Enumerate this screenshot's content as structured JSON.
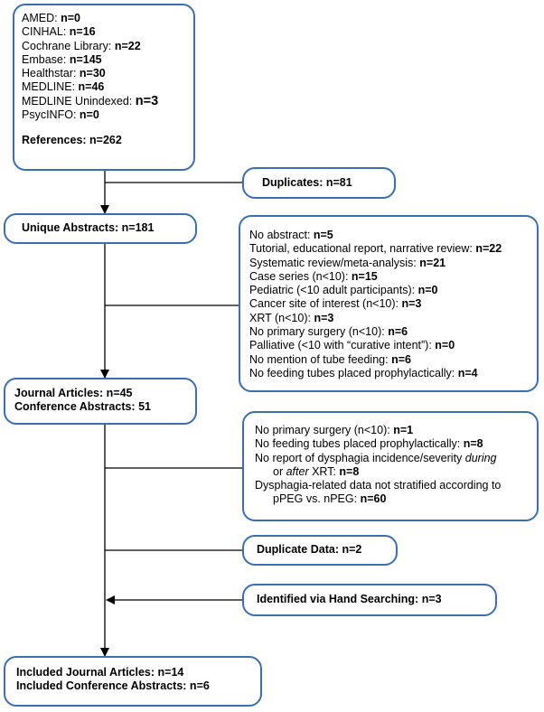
{
  "sources": {
    "items": [
      {
        "label": "AMED: ",
        "count": "n=0"
      },
      {
        "label": "CINHAL: ",
        "count": "n=16"
      },
      {
        "label": "Cochrane Library: ",
        "count": "n=22"
      },
      {
        "label": "Embase: ",
        "count": "n=145"
      },
      {
        "label": "Healthstar: ",
        "count": "n=30"
      },
      {
        "label": "MEDLINE: ",
        "count": "n=46"
      },
      {
        "label": "MEDLINE Unindexed: ",
        "count": "n=3"
      },
      {
        "label": "PsycINFO: ",
        "count": "n=0"
      }
    ],
    "total_label": "References: ",
    "total_count": "n=262"
  },
  "duplicates": {
    "label": "Duplicates: ",
    "count": "n=81"
  },
  "unique": {
    "label": "Unique Abstracts",
    "count": ": n=181"
  },
  "exclusions1": {
    "items": [
      {
        "label": "No abstract: ",
        "count": "n=5"
      },
      {
        "label": "Tutorial, educational report, narrative review: ",
        "count": "n=22"
      },
      {
        "label": "Systematic review/meta-analysis: ",
        "count": "n=21"
      },
      {
        "label": "Case series (n<10): ",
        "count": "n=15"
      },
      {
        "label": "Pediatric (<10 adult participants): ",
        "count": "n=0"
      },
      {
        "label": "Cancer site of interest (n<10): ",
        "count": "n=3"
      },
      {
        "label": "XRT (n<10): ",
        "count": "n=3"
      },
      {
        "label": "No primary surgery (n<10): ",
        "count": "n=6"
      },
      {
        "label": "Palliative (<10 with “curative intent”): ",
        "count": "n=0"
      },
      {
        "label": "No mention of tube feeding: ",
        "count": "n=6"
      },
      {
        "label": "No feeding tubes placed prophylactically: ",
        "count": "n=4"
      }
    ]
  },
  "articles": {
    "line1": "Journal Articles: n=45",
    "line2": "Conference Abstracts: 51"
  },
  "exclusions2": {
    "item1_label": "No primary surgery (n<10): ",
    "item1_count": "n=1",
    "item2_label": "No feeding tubes placed prophylactically: ",
    "item2_count": "n=8",
    "item3_a": "No report of dysphagia incidence/severity ",
    "item3_b": "during",
    "item3_c": "or ",
    "item3_d": "after",
    "item3_e": " XRT: ",
    "item3_count": "n=8",
    "item4_a": "Dysphagia-related data not stratified according to",
    "item4_b": "pPEG vs. nPEG: ",
    "item4_count": "n=60"
  },
  "duplicate_data": {
    "label": "Duplicate Data: ",
    "count": "n=2"
  },
  "hand_search": {
    "label": "Identified via Hand Searching: ",
    "count": "n=3"
  },
  "included": {
    "line1": "Included Journal Articles: n=14",
    "line2": "Included Conference Abstracts: n=6"
  }
}
